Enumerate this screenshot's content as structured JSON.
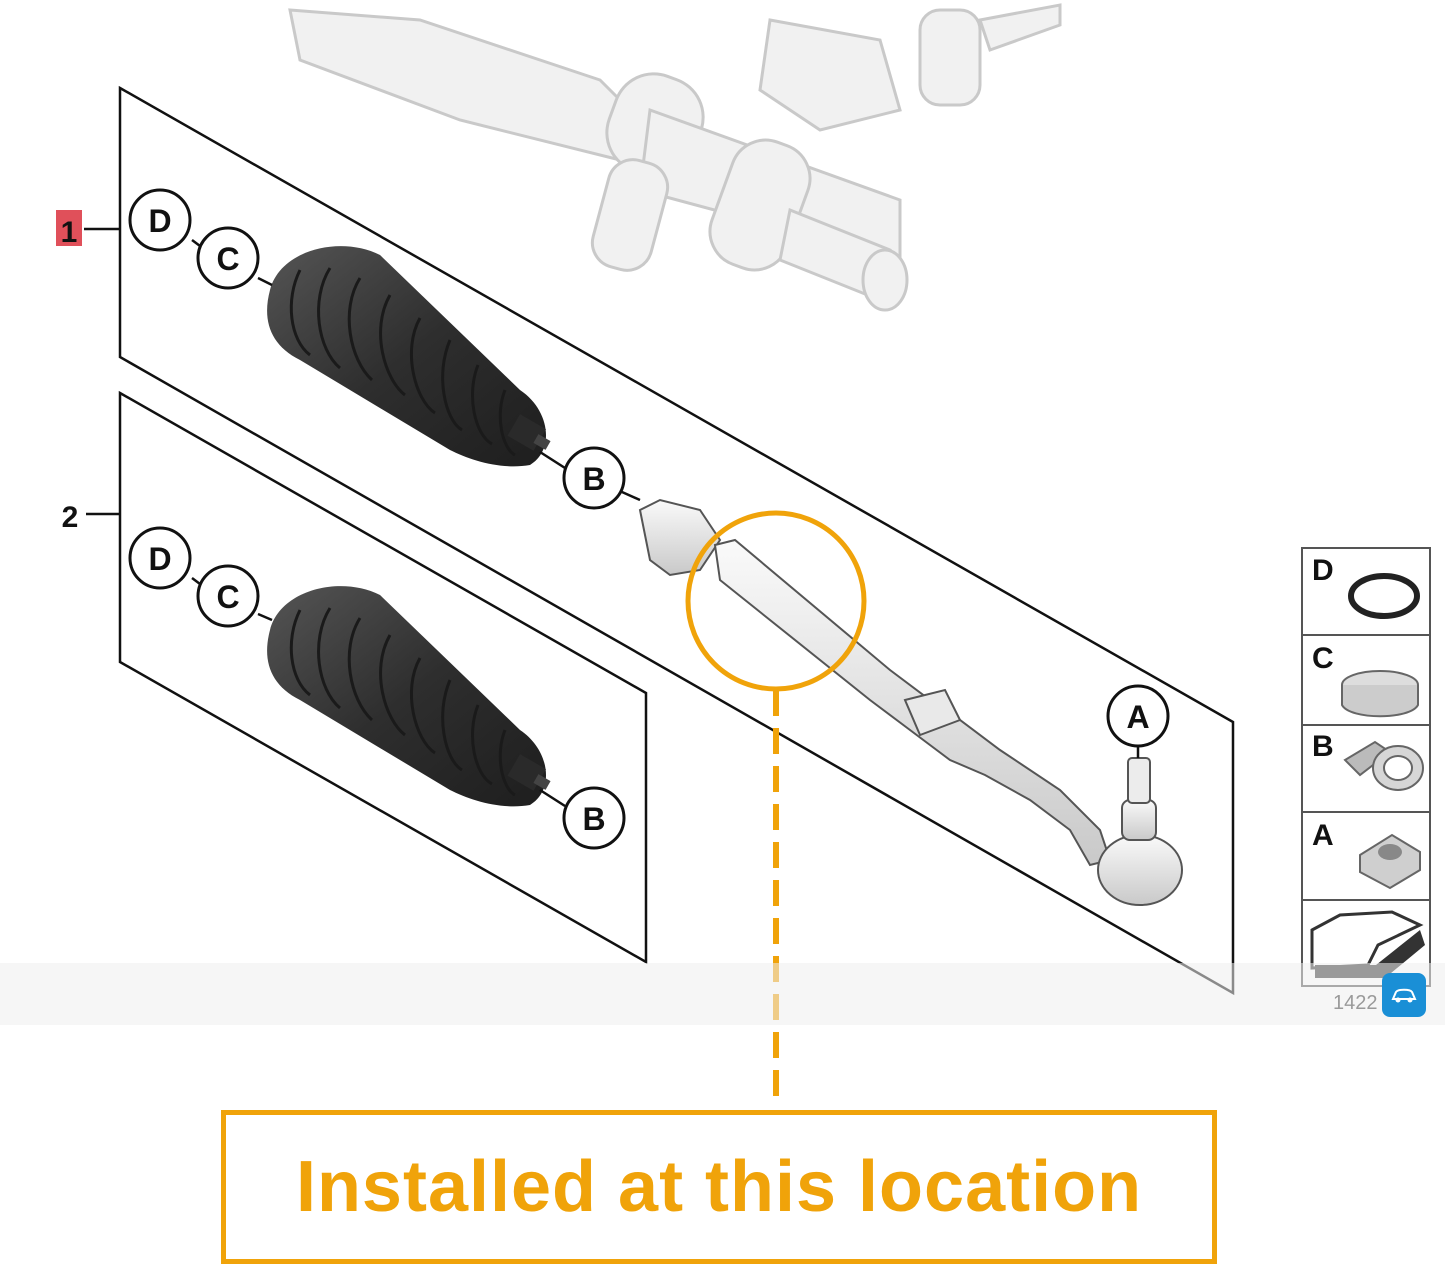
{
  "diagram": {
    "group_labels": {
      "group1": "1",
      "group2": "2"
    },
    "callouts": {
      "d1": "D",
      "c1": "C",
      "b1": "B",
      "d2": "D",
      "c2": "C",
      "b2": "B",
      "a": "A"
    },
    "legend": {
      "items": [
        {
          "letter": "D",
          "icon": "o-ring-icon"
        },
        {
          "letter": "C",
          "icon": "clamp-band-icon"
        },
        {
          "letter": "B",
          "icon": "clamp-hose-icon"
        },
        {
          "letter": "A",
          "icon": "hex-nut-icon"
        },
        {
          "letter": "",
          "icon": "arrow-note-icon"
        }
      ]
    },
    "figure_number": "1422",
    "annotation": {
      "text": "Installed at this location",
      "color": "#f0a30a"
    },
    "colors": {
      "highlight_group1": "#e0505a",
      "boot": "#3a3a3a",
      "line": "#111111",
      "background_part": "#d8d8d8"
    }
  }
}
